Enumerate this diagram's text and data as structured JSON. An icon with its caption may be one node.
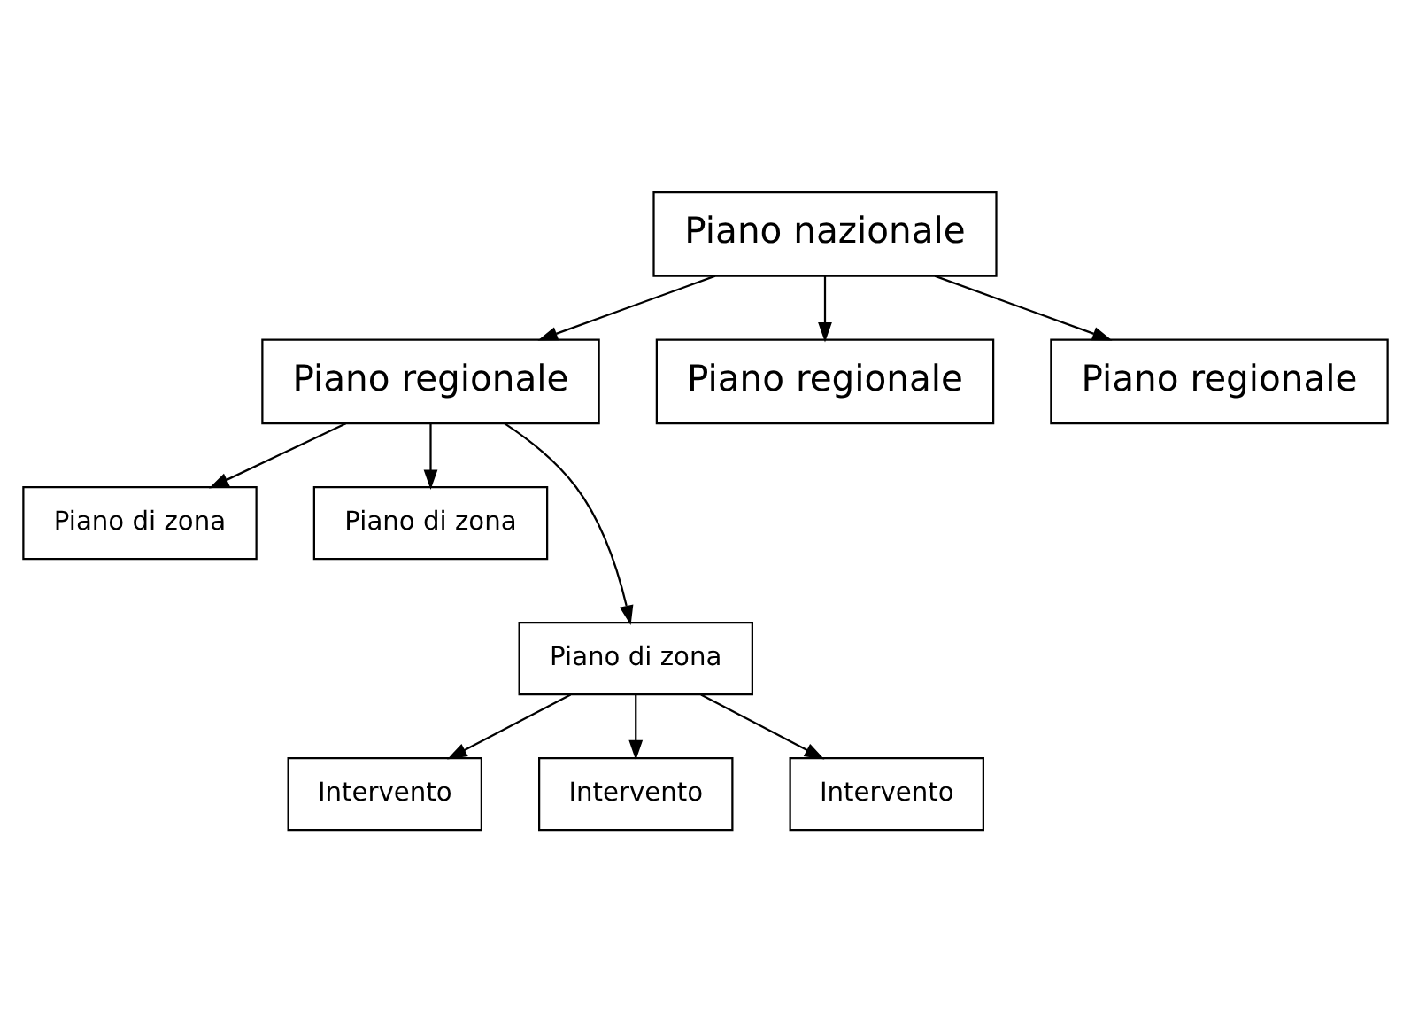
{
  "diagram": {
    "nodes": [
      {
        "text": [
          "Piano nazionale"
        ]
      },
      {
        "text": [
          "Piano regionale"
        ]
      },
      {
        "text": [
          "Piano regionale"
        ]
      },
      {
        "text": [
          "Piano regionale"
        ]
      },
      {
        "text": [
          "Piano di zona"
        ]
      },
      {
        "text": [
          "Piano di zona"
        ]
      },
      {
        "text": [
          "Piano di zona"
        ]
      },
      {
        "text": [
          "Intervento"
        ]
      },
      {
        "text": [
          "Intervento"
        ]
      },
      {
        "text": [
          "Intervento"
        ]
      }
    ],
    "edges": [
      {
        "from": 0,
        "to": 1,
        "arrow": "to"
      },
      {
        "from": 0,
        "to": 2,
        "arrow": "to"
      },
      {
        "from": 0,
        "to": 3,
        "arrow": "to"
      },
      {
        "from": 1,
        "to": 4,
        "arrow": "to"
      },
      {
        "from": 1,
        "to": 6,
        "arrow": "to"
      },
      {
        "from": 1,
        "to": 5,
        "arrow": "to"
      },
      {
        "from": 6,
        "to": 7,
        "arrow": "to"
      },
      {
        "from": 6,
        "to": 8,
        "arrow": "to"
      },
      {
        "from": 6,
        "to": 9,
        "arrow": "to"
      }
    ]
  }
}
